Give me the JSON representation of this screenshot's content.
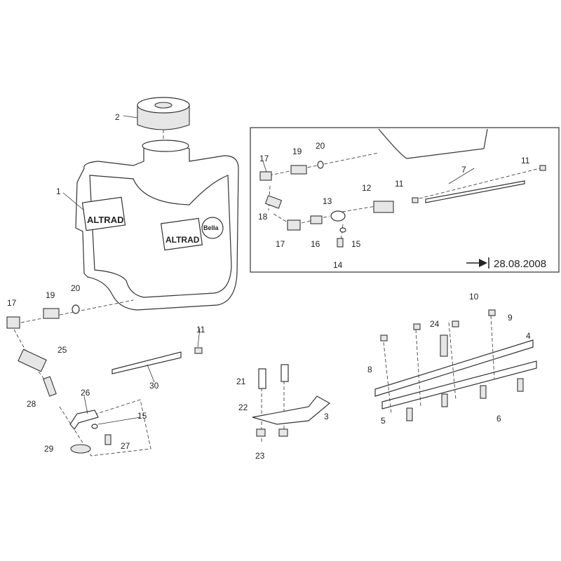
{
  "callouts": [
    "2",
    "1",
    "17",
    "19",
    "20",
    "25",
    "28",
    "26",
    "15",
    "27",
    "29",
    "30",
    "11",
    "21",
    "22",
    "23",
    "3",
    "8",
    "24",
    "10",
    "9",
    "4",
    "5",
    "6",
    "7",
    "11",
    "11",
    "12",
    "13",
    "17",
    "19",
    "20",
    "18",
    "17",
    "16",
    "15",
    "14"
  ],
  "inset": {
    "date": "28.08.2008"
  },
  "logo": {
    "brand": "ALTRAD",
    "badge": "Bella"
  }
}
